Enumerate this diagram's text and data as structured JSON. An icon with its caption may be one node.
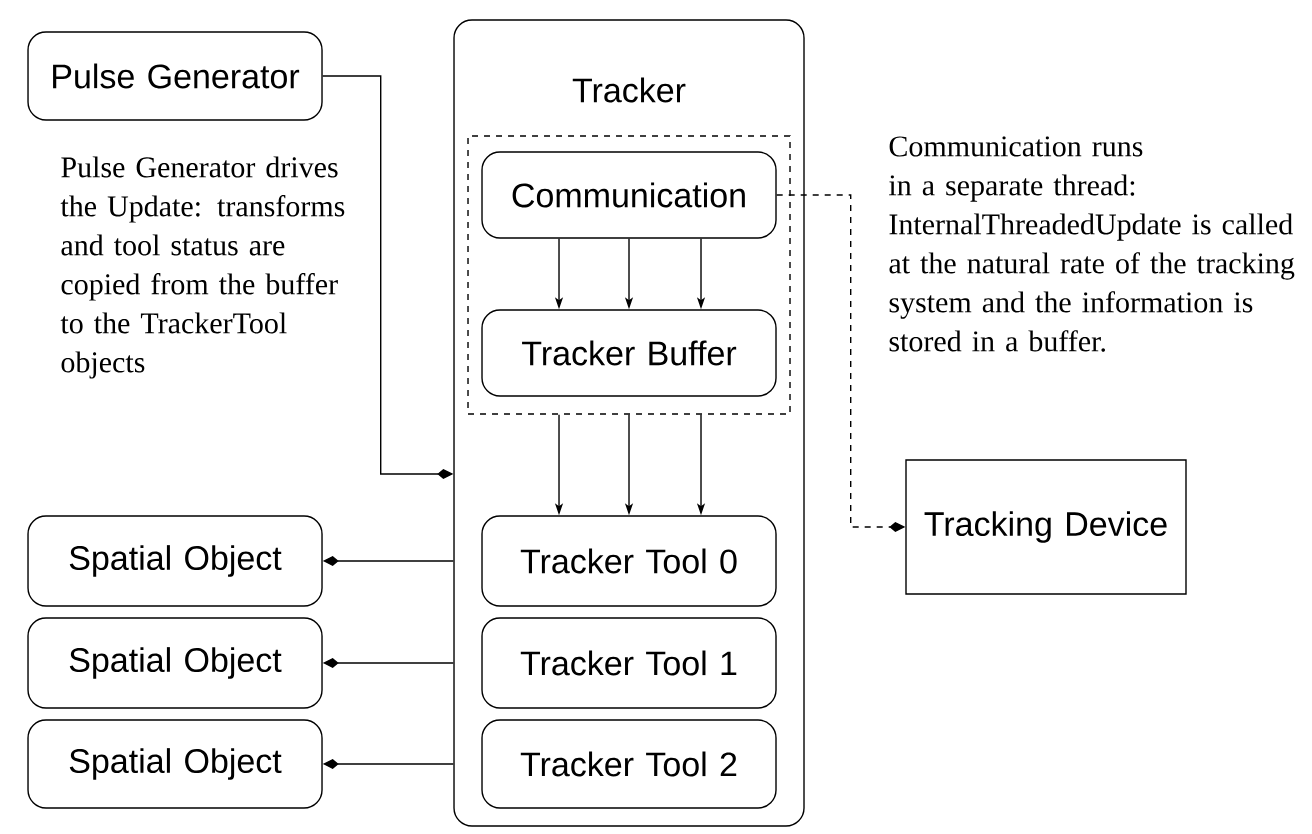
{
  "diagram": {
    "nodes": [
      {
        "text": [
          "Tracker"
        ]
      },
      {
        "text": [],
        "shape": "box",
        "in": 0
      },
      {
        "text": [
          "Communication"
        ],
        "in": 1
      },
      {
        "text": [
          "Tracker Buffer"
        ],
        "in": 1
      },
      {
        "text": [
          "Tracker Tool 0"
        ],
        "in": 0
      },
      {
        "text": [
          "Tracker Tool 1"
        ],
        "in": 0
      },
      {
        "text": [
          "Tracker Tool 2"
        ],
        "in": 0
      },
      {
        "text": [
          "Pulse Generator"
        ]
      },
      {
        "text": [
          "Spatial Object"
        ]
      },
      {
        "text": [
          "Spatial Object"
        ]
      },
      {
        "text": [
          "Spatial Object"
        ]
      },
      {
        "text": [
          "Tracking Device"
        ]
      }
    ],
    "edges": [
      {
        "from": 7,
        "to": 0,
        "arrow": "to"
      },
      {
        "from": 2,
        "to": 3,
        "arrow": "to"
      },
      {
        "from": 2,
        "to": 3,
        "arrow": "to"
      },
      {
        "from": 2,
        "to": 3,
        "arrow": "to"
      },
      {
        "from": 1,
        "to": 4,
        "arrow": "to"
      },
      {
        "from": 1,
        "to": 4,
        "arrow": "to"
      },
      {
        "from": 1,
        "to": 4,
        "arrow": "to"
      },
      {
        "from": 0,
        "to": 8,
        "arrow": "to"
      },
      {
        "from": 0,
        "to": 9,
        "arrow": "to"
      },
      {
        "from": 0,
        "to": 10,
        "arrow": "to"
      },
      {
        "from": 2,
        "to": 11,
        "arrow": "to",
        "style": "dashed"
      }
    ],
    "labels": [
      "Pulse Generator drives the Update: transforms and tool status are copied from the buffer to the TrackerTool objects",
      "Communication runs in a separate thread: InternalThreadedUpdate is called at the natural rate of the tracking system and the information is stored in a buffer."
    ]
  }
}
